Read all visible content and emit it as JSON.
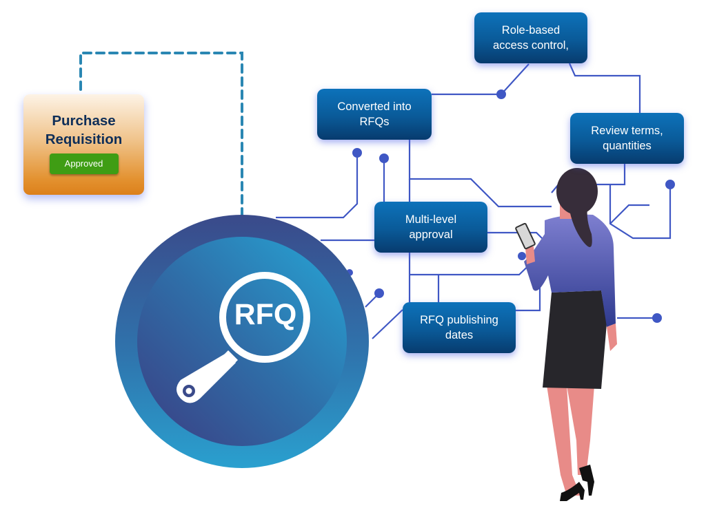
{
  "purchase_requisition": {
    "title_line1": "Purchase",
    "title_line2": "Requisition",
    "status_badge": "Approved"
  },
  "central_icon": {
    "icon": "magnifier-icon",
    "label": "RFQ"
  },
  "nodes": [
    {
      "id": "role",
      "line1": "Role-based",
      "line2": "access control,"
    },
    {
      "id": "converted",
      "line1": "Converted into",
      "line2": "RFQs"
    },
    {
      "id": "review",
      "line1": "Review terms,",
      "line2": "quantities"
    },
    {
      "id": "multi",
      "line1": "Multi-level",
      "line2": "approval"
    },
    {
      "id": "publish",
      "line1": "RFQ publishing",
      "line2": "dates"
    }
  ],
  "illustration": {
    "figure": "woman-with-phone-illustration"
  },
  "colors": {
    "connector_line": "#3f57c4",
    "dashed_connector": "#2a87b3",
    "node_blue": "#0a5a98",
    "approved_green": "#3f9d14",
    "card_orange": "#e3912f",
    "title_navy": "#0e2e58"
  }
}
